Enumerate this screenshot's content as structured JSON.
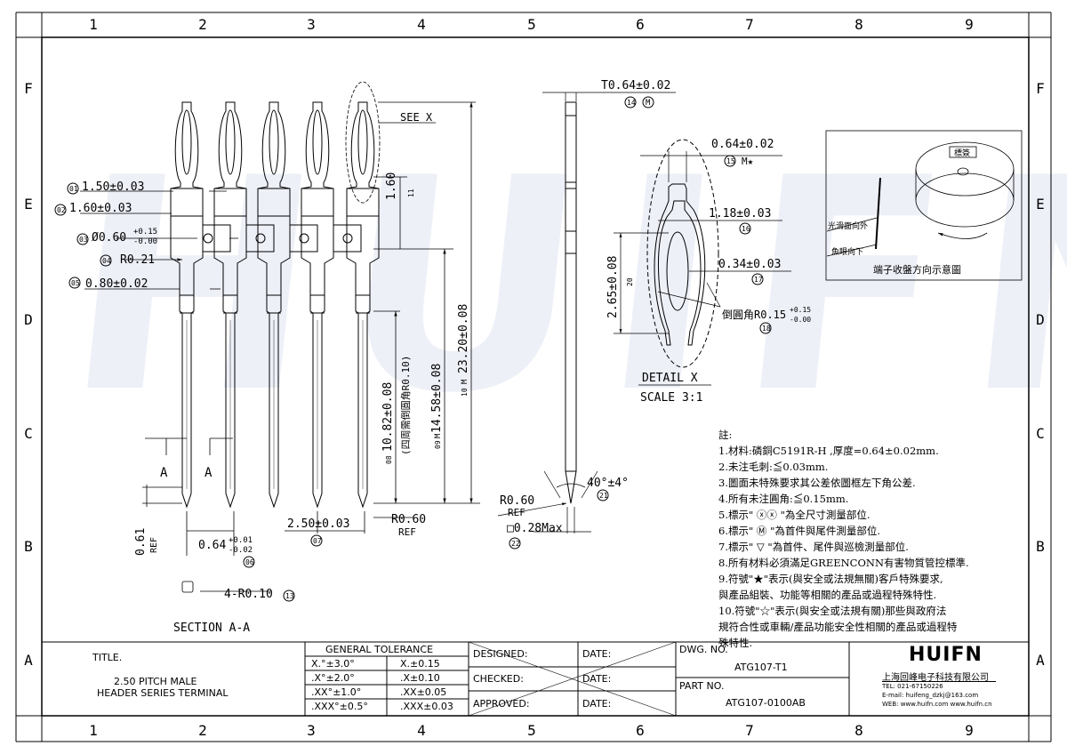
{
  "frame": {
    "cols": [
      "1",
      "2",
      "3",
      "4",
      "5",
      "6",
      "7",
      "8",
      "9"
    ],
    "rows": [
      "F",
      "E",
      "D",
      "C",
      "B",
      "A"
    ]
  },
  "watermark": "HUIFN",
  "main_view": {
    "see_x": "SEE X",
    "dims": [
      {
        "tag": "01",
        "text": "1.50±0.03"
      },
      {
        "tag": "02",
        "text": "1.60±0.03"
      },
      {
        "tag": "03",
        "text": "Ø0.60",
        "sup": "+0.15",
        "sub": "-0.00"
      },
      {
        "tag": "04",
        "text": "R0.21"
      },
      {
        "tag": "05",
        "text": "0.80±0.02"
      }
    ],
    "vdims": [
      {
        "tag": "11",
        "text": "1.60"
      },
      {
        "tag": "08",
        "text": "10.82±0.08",
        "note": "(四周需倒圓角R0.10)"
      },
      {
        "tag": "09",
        "text": "14.58±0.08",
        "sym": "M"
      },
      {
        "tag": "10",
        "text": "23.20±0.08",
        "sym": "M"
      }
    ],
    "section_label_a": "A",
    "pitch": {
      "tag": "07",
      "text": "2.50±0.03"
    },
    "width": {
      "tag": "06",
      "text": "0.64",
      "sup": "+0.01",
      "sub": "-0.02"
    },
    "ref_r": {
      "text": "R0.60",
      "ref": "REF"
    },
    "ref_061": {
      "text": "0.61",
      "ref": "REF"
    },
    "corner": {
      "tag": "13",
      "text": "4-R0.10"
    },
    "section_title": "SECTION A-A"
  },
  "side_view": {
    "thickness": {
      "tag": "14",
      "text": "T0.64±0.02",
      "sym": "M"
    },
    "angle": {
      "tag": "21",
      "text": "40°±4°"
    },
    "tip_r": {
      "text": "R0.60",
      "ref": "REF"
    },
    "flat": {
      "tag": "22",
      "text": "□0.28Max"
    }
  },
  "detail": {
    "d15": {
      "tag": "15",
      "text": "0.64±0.02",
      "sym": "M★"
    },
    "d16": {
      "tag": "16",
      "text": "1.18±0.03"
    },
    "d17": {
      "tag": "17",
      "text": "0.34±0.03"
    },
    "d18": {
      "tag": "18",
      "text": "倒圓角R0.15",
      "sup": "+0.15",
      "sub": "-0.00"
    },
    "d20": {
      "tag": "20",
      "text": "2.65±0.08"
    },
    "title": "DETAIL  X",
    "scale": "SCALE  3:1"
  },
  "reel": {
    "label": "標簽",
    "side1": "光滑面向外",
    "side2": "魚眼向下",
    "caption": "端子收盤方向示意圖"
  },
  "notes": {
    "title": "註:",
    "lines": [
      "1.材料:磷銅C5191R-H ,厚度=0.64±0.02mm.",
      "2.未注毛刺:≦0.03mm.",
      "3.圖面未特殊要求其公差依圖框左下角公差.",
      "4.所有未注圓角:≦0.15mm.",
      "5.標示\" ⓧⓧ \"為全尺寸測量部位.",
      "6.標示\" Ⓜ \"為首件與尾件測量部位.",
      "7.標示\" ▽ \"為首件、尾件與巡檢測量部位.",
      "8.所有材料必須滿足GREENCONN有害物質管控標準.",
      "9.符號\"★\"表示(與安全或法規無關)客戶特殊要求,",
      "與產品組裝、功能等相關的產品或過程特殊特性.",
      "10.符號\"☆\"表示(與安全或法規有關)那些與政府法",
      "規符合性或車輛/產品功能安全性相關的產品或過程特",
      "殊特性."
    ]
  },
  "title_block": {
    "title_label": "TITLE.",
    "title_line1": "2.50 PITCH MALE",
    "title_line2": "HEADER SERIES TERMINAL",
    "general_tolerance": "GENERAL TOLERANCE",
    "tolerances": [
      [
        "X.°±3.0°",
        "X.±0.15"
      ],
      [
        ".X°±2.0°",
        ".X±0.10"
      ],
      [
        ".XX°±1.0°",
        ".XX±0.05"
      ],
      [
        ".XXX°±0.5°",
        ".XXX±0.03"
      ]
    ],
    "designed": "DESIGNED:",
    "checked": "CHECKED:",
    "approved": "APPROVED:",
    "date": "DATE:",
    "dwg_no_label": "DWG. NO.",
    "dwg_no": "ATG107-T1",
    "part_no_label": "PART NO.",
    "part_no": "ATG107-0100AB",
    "company_logo": "HUIFN",
    "company_name": "上海回峰电子科技有限公司",
    "tel": "TEL: 021-67150226",
    "email": "E-mail: huifeng_dzkj@163.com",
    "web": "WEB: www.huifn.com  www.huifn.cn"
  }
}
